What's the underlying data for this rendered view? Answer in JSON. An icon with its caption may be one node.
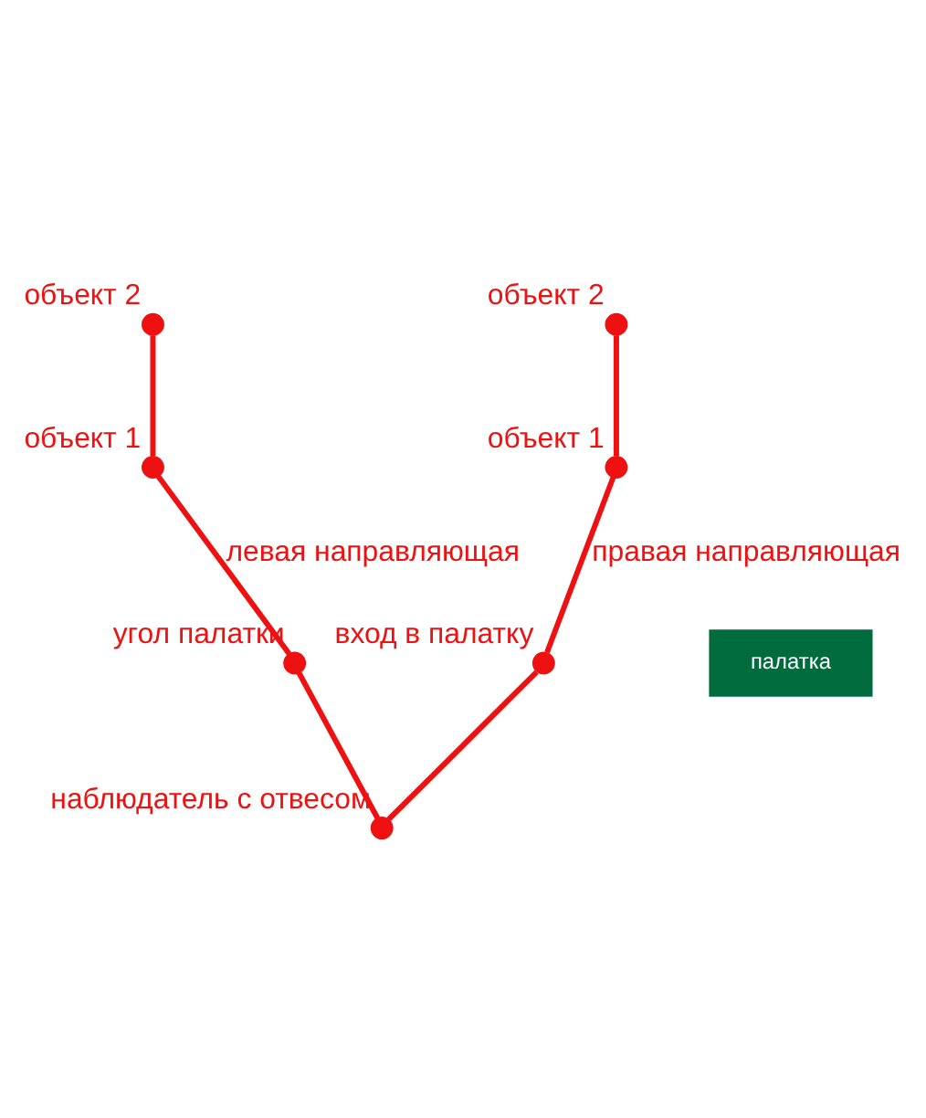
{
  "diagram": {
    "nodes": [
      {
        "text": [],
        "shape": "circle",
        "beside": [
          "объект 2"
        ]
      },
      {
        "text": [],
        "shape": "circle",
        "beside": [
          "объект 2"
        ]
      },
      {
        "text": [],
        "shape": "circle",
        "beside": [
          "объект 1"
        ]
      },
      {
        "text": [],
        "shape": "circle",
        "beside": [
          "объект 1"
        ]
      },
      {
        "text": [],
        "shape": "circle",
        "beside": [
          "угол палатки"
        ]
      },
      {
        "text": [
          "палатка"
        ]
      },
      {
        "text": [],
        "shape": "circle",
        "beside": [
          "вход в палатку"
        ]
      },
      {
        "text": [],
        "shape": "circle",
        "beside": [
          "наблюдатель с отвесом"
        ]
      }
    ],
    "edges": [
      {
        "from": 0,
        "to": 2,
        "arrow": "none"
      },
      {
        "from": 2,
        "to": 4,
        "arrow": "none",
        "label": "левая направляющая"
      },
      {
        "from": 4,
        "to": 7,
        "arrow": "none"
      },
      {
        "from": 1,
        "to": 3,
        "arrow": "none"
      },
      {
        "from": 3,
        "to": 6,
        "arrow": "none",
        "label": "правая направляющая"
      },
      {
        "from": 6,
        "to": 7,
        "arrow": "none"
      }
    ]
  }
}
